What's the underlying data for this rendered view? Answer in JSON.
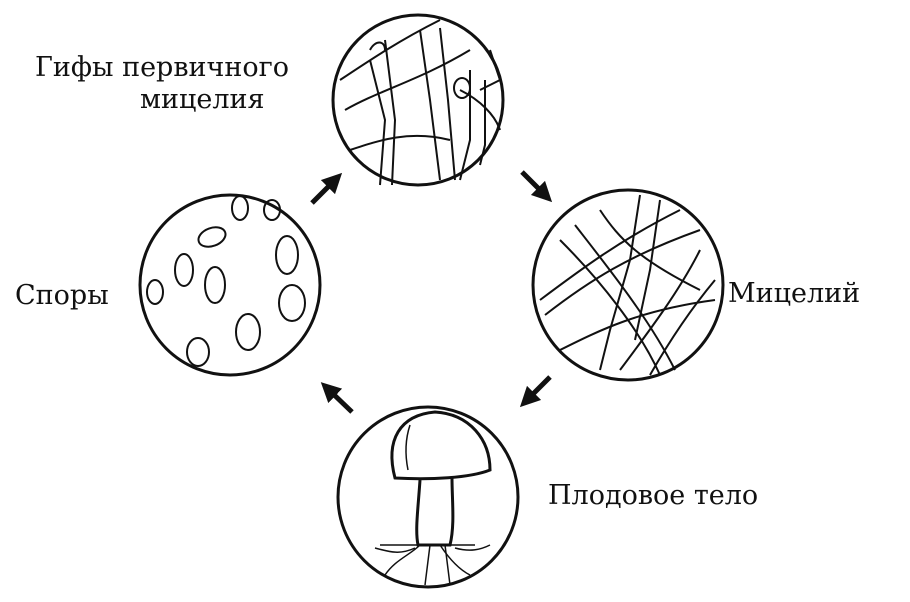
{
  "labels": {
    "primary_hyphae_line1": "Гифы первичного",
    "primary_hyphae_line2": "мицелия",
    "mycelium": "Мицелий",
    "spores": "Споры",
    "fruiting_body": "Плодовое тело"
  },
  "colors": {
    "ink": "#111111",
    "background": "#ffffff"
  }
}
